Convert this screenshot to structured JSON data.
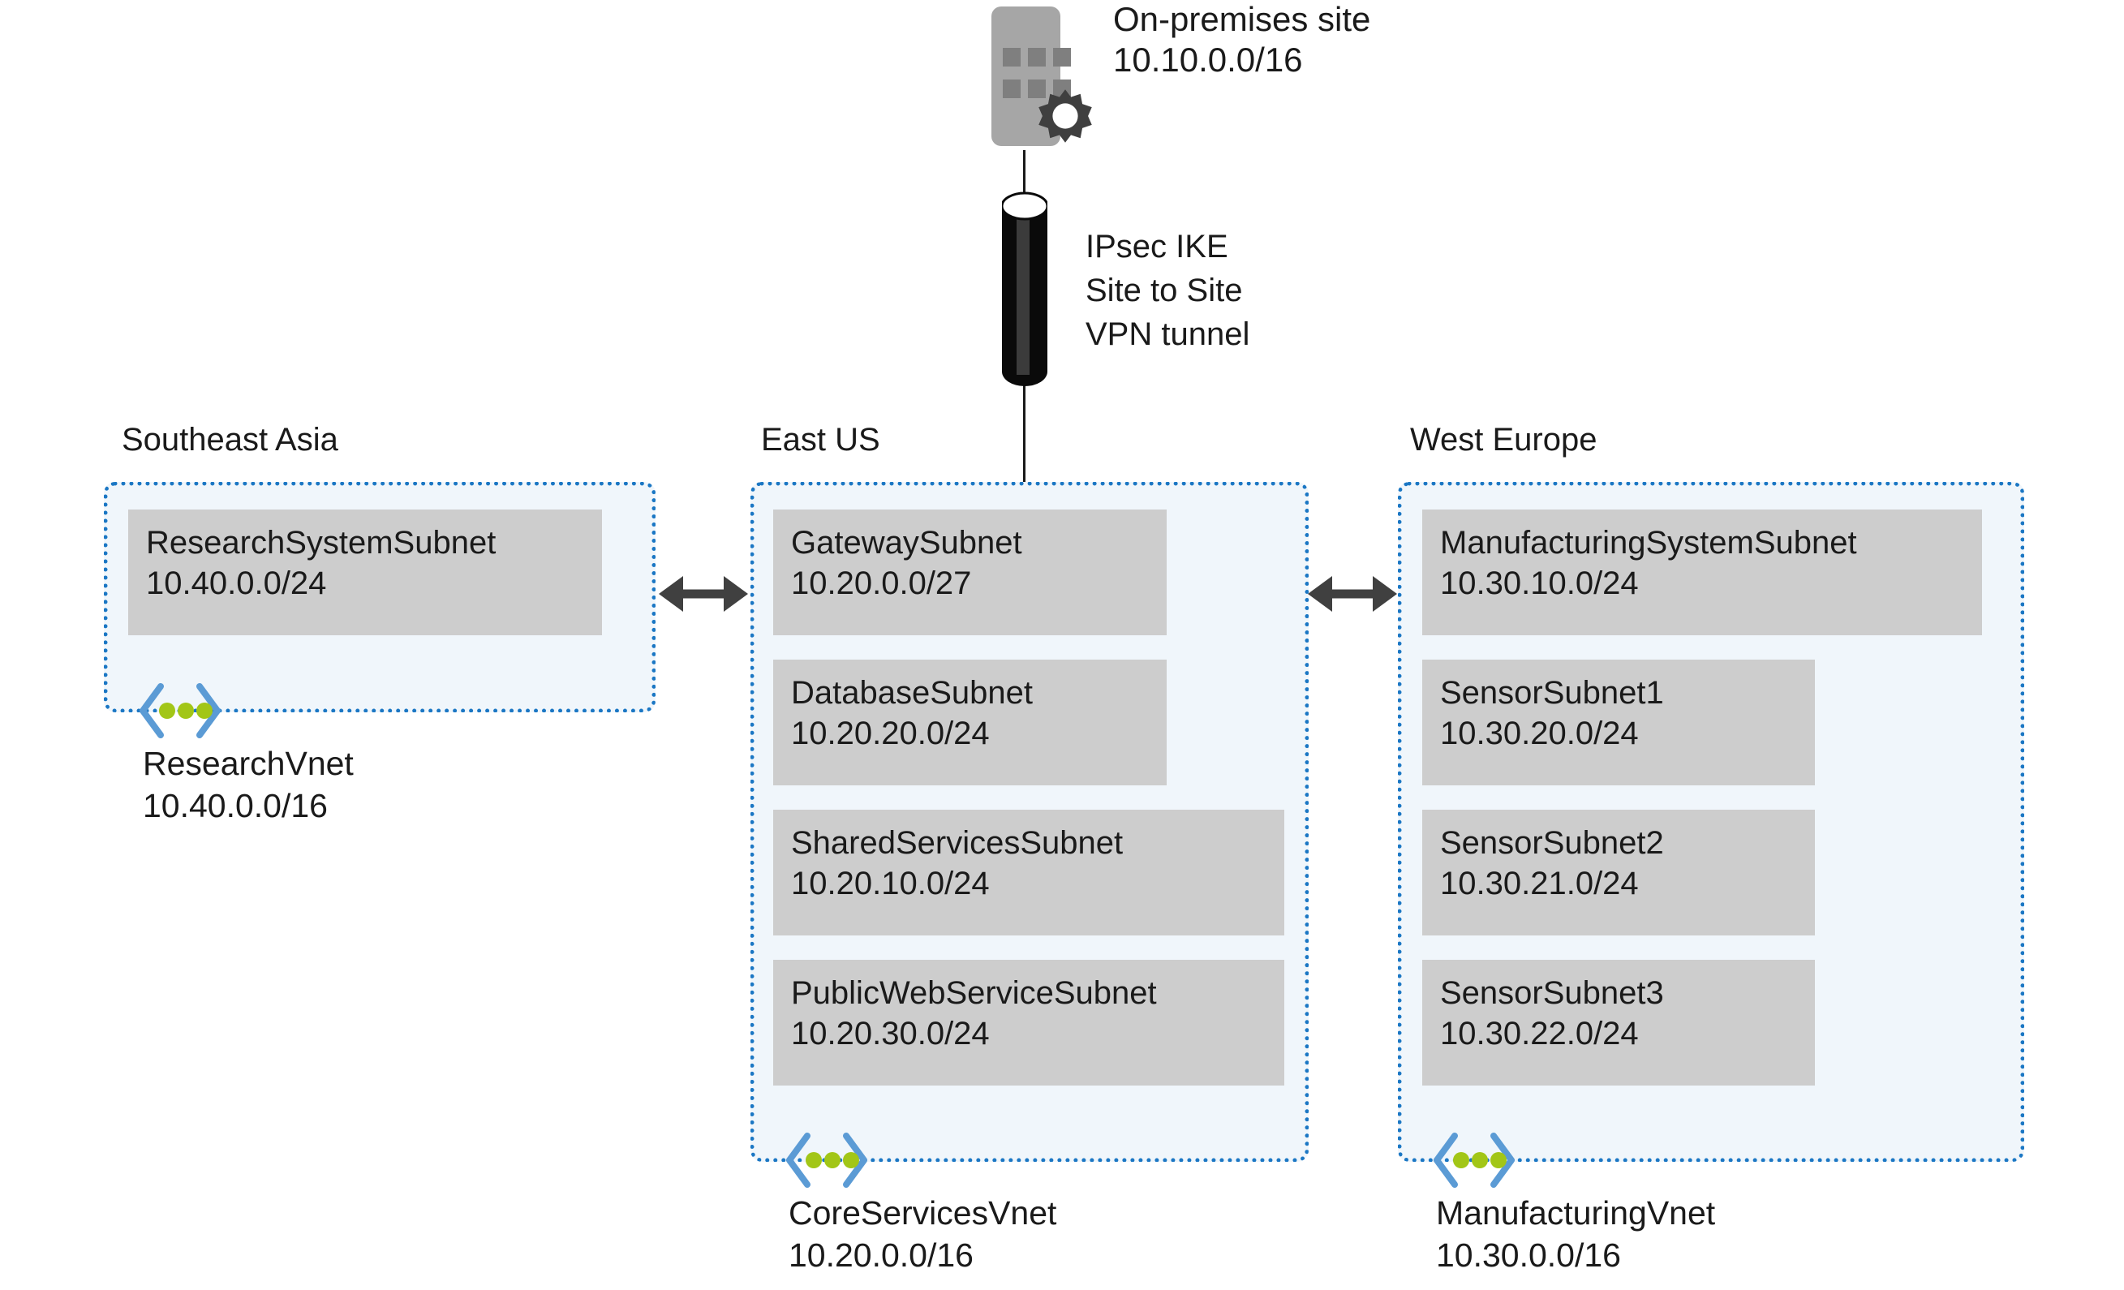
{
  "onpremises": {
    "icon": "onpremises-building-icon",
    "title": "On-premises site",
    "cidr": "10.10.0.0/16"
  },
  "tunnel": {
    "icon": "vpn-tunnel-cylinder-icon",
    "line1": "IPsec IKE",
    "line2": "Site to Site",
    "line3": "VPN tunnel"
  },
  "colors": {
    "vnet_border": "#1b77c4",
    "vnet_fill": "#f0f6fb",
    "subnet_fill": "#cdcdcd",
    "vnet_icon_chevron": "#5b9bd5",
    "vnet_icon_dot": "#a2c617",
    "building": "#a6a6a6",
    "gear": "#3f3f3f",
    "text": "#1a1a1a",
    "arrow": "#404040"
  },
  "regions": [
    {
      "label": "Southeast Asia",
      "vnet_name": "ResearchVnet",
      "vnet_cidr": "10.40.0.0/16",
      "subnets": [
        {
          "name": "ResearchSystemSubnet",
          "cidr": "10.40.0.0/24"
        }
      ]
    },
    {
      "label": "East US",
      "vnet_name": "CoreServicesVnet",
      "vnet_cidr": "10.20.0.0/16",
      "subnets": [
        {
          "name": "GatewaySubnet",
          "cidr": "10.20.0.0/27"
        },
        {
          "name": "DatabaseSubnet",
          "cidr": "10.20.20.0/24"
        },
        {
          "name": "SharedServicesSubnet",
          "cidr": "10.20.10.0/24"
        },
        {
          "name": "PublicWebServiceSubnet",
          "cidr": "10.20.30.0/24"
        }
      ]
    },
    {
      "label": "West Europe",
      "vnet_name": "ManufacturingVnet",
      "vnet_cidr": "10.30.0.0/16",
      "subnets": [
        {
          "name": "ManufacturingSystemSubnet",
          "cidr": "10.30.10.0/24"
        },
        {
          "name": "SensorSubnet1",
          "cidr": "10.30.20.0/24"
        },
        {
          "name": "SensorSubnet2",
          "cidr": "10.30.21.0/24"
        },
        {
          "name": "SensorSubnet3",
          "cidr": "10.30.22.0/24"
        }
      ]
    }
  ],
  "peering_connections": [
    {
      "icon": "bidirectional-arrow-icon",
      "from": "ResearchVnet",
      "to": "CoreServicesVnet"
    },
    {
      "icon": "bidirectional-arrow-icon",
      "from": "CoreServicesVnet",
      "to": "ManufacturingVnet"
    }
  ]
}
